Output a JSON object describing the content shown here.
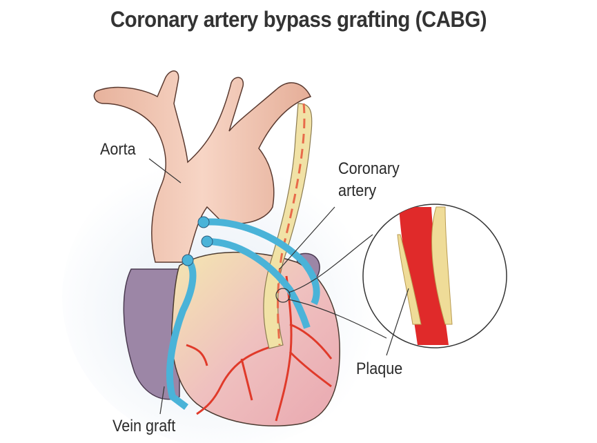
{
  "title": "Coronary artery bypass grafting (CABG)",
  "labels": {
    "aorta": "Aorta",
    "coronary_artery_line1": "Coronary",
    "coronary_artery_line2": "artery",
    "plaque": "Plaque",
    "vein_graft": "Vein graft"
  },
  "colors": {
    "aorta": "#f2c7b4",
    "heart_yellow": "#f3e3a8",
    "heart_pink": "#eeb3b8",
    "vein_graft_blue": "#4ab3d8",
    "artery_red": "#e03a2a",
    "left_atrium_purple": "#9c86a6",
    "plaque_yellow": "#efdc98",
    "outline": "#333333"
  }
}
